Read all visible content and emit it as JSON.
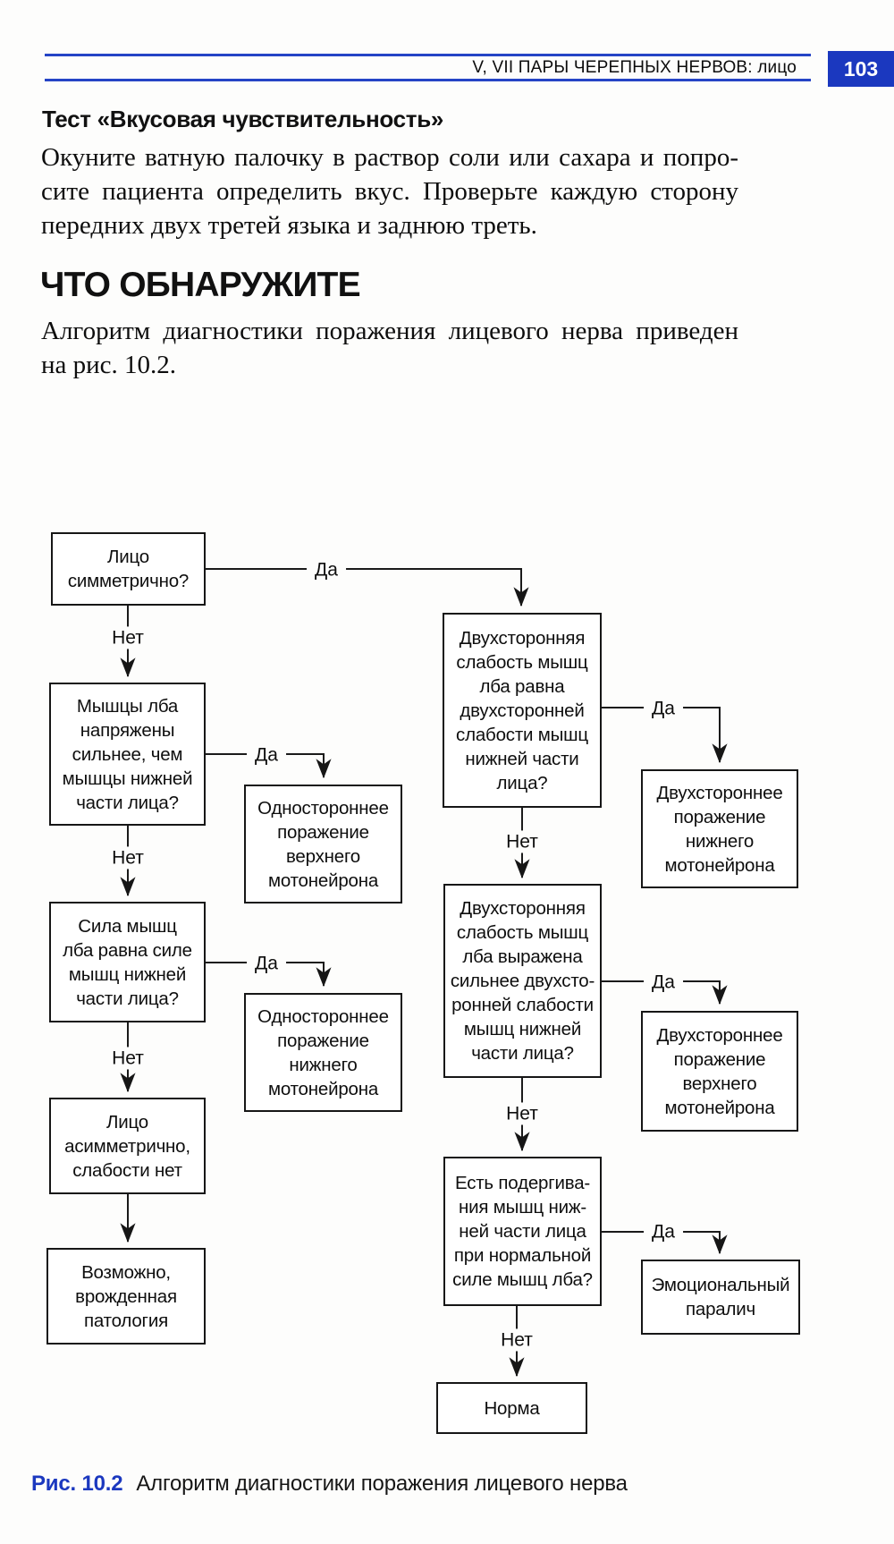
{
  "header": {
    "title": "V, VII ПАРЫ ЧЕРЕПНЫХ НЕРВОВ: лицо",
    "page_number": "103"
  },
  "colors": {
    "accent_blue": "#1b38bf",
    "header_line_blue": "#2544c6"
  },
  "content": {
    "test_heading": "Тест «Вкусовая чувствительность»",
    "test_lines": [
      "Окуните ватную палочку в раствор соли или сахара и попро-",
      "сите пациента определить вкус. Проверьте каждую сторону",
      "передних двух третей языка и заднюю треть."
    ],
    "findings_heading": "ЧТО ОБНАРУЖИТЕ",
    "findings_lines": [
      "Алгоритм диагностики поражения лицевого нерва приведен",
      "на рис. 10.2."
    ]
  },
  "figure": {
    "caption_label": "Рис. 10.2",
    "caption_text": "Алгоритм диагностики поражения лицевого нерва"
  },
  "flowchart": {
    "yes": "Да",
    "no": "Нет",
    "nodes": {
      "q_symmetry": "Лицо\nсимметрично?",
      "q_forehead_stronger": "Мышцы лба\nнапряжены\nсильнее, чем\nмышцы нижней\nчасти лица?",
      "q_equal_strength": "Сила мышц\nлба равна силе\nмышц нижней\nчасти лица?",
      "n_asymmetric": "Лицо\nасимметрично,\nслабости нет",
      "n_congenital": "Возможно,\nврожденная\nпатология",
      "o_unilateral_upper": "Одностороннее\nпоражение\nверхнего\nмотонейрона",
      "o_unilateral_lower": "Одностороннее\nпоражение\nнижнего\nмотонейрона",
      "q_bilateral_equal": "Двухсторонняя\nслабость мышц\nлба равна\nдвухсторонней\nслабости мышц\nнижней части\nлица?",
      "o_bilateral_lower": "Двухстороннее\nпоражение\nнижнего\nмотонейрона",
      "q_bilateral_forehead": "Двухсторонняя\nслабость мышц\nлба выражена\nсильнее двухсто-\nронней слабости\nмышц нижней\nчасти лица?",
      "o_bilateral_upper": "Двухстороннее\nпоражение\nверхнего\nмотонейрона",
      "q_twitching": "Есть подергива-\nния мышц ниж-\nней части лица\nпри нормальной\nсиле мышц лба?",
      "o_emotional": "Эмоциональный\nпаралич",
      "n_normal": "Норма"
    }
  }
}
